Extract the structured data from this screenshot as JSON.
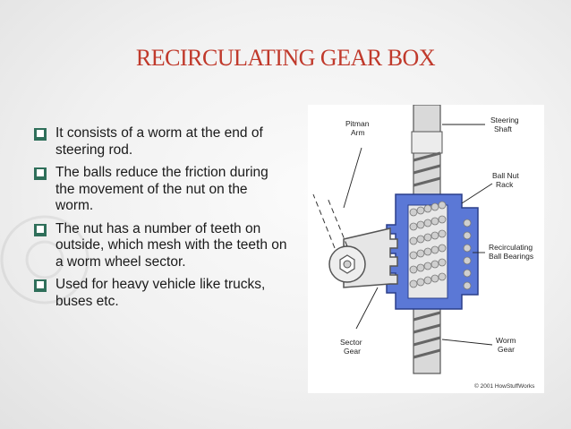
{
  "slide": {
    "title": "RECIRCULATING GEAR BOX",
    "bullets": [
      {
        "text": "It consists of a worm at the end of steering rod."
      },
      {
        "text": " The balls reduce the friction during the movement of the nut on the worm."
      },
      {
        "text": " The nut has a number of teeth on outside, which mesh with the teeth on a worm wheel sector."
      },
      {
        "text": "Used for heavy vehicle  like trucks, buses etc."
      }
    ],
    "bullet_icon": "hollow-square-bullet-icon",
    "colors": {
      "title": "#c0392b",
      "nut": "#5b78d6",
      "bullet": "#2f6f5a"
    }
  },
  "figure": {
    "labels": {
      "pitman_line1": "Pitman",
      "pitman_line2": "Arm",
      "steering_line1": "Steering",
      "steering_line2": "Shaft",
      "ballnut_line1": "Ball Nut",
      "ballnut_line2": "Rack",
      "recirc_line1": "Recirculating",
      "recirc_line2": "Ball Bearings",
      "sector_line1": "Sector",
      "sector_line2": "Gear",
      "worm_line1": "Worm",
      "worm_line2": "Gear"
    },
    "copyright": "© 2001 HowStuffWorks"
  }
}
